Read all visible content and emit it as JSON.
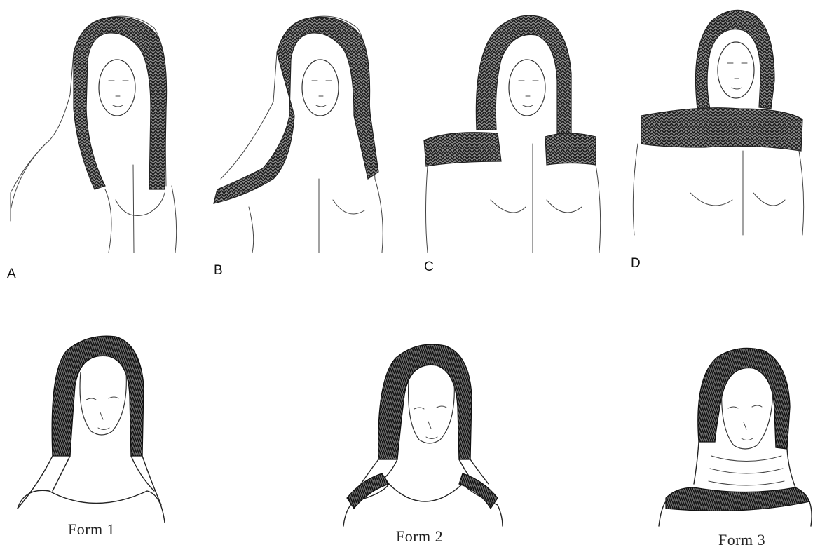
{
  "figure": {
    "sketches": [
      {
        "id": "A",
        "label": "A"
      },
      {
        "id": "B",
        "label": "B"
      },
      {
        "id": "C",
        "label": "C"
      },
      {
        "id": "D",
        "label": "D"
      }
    ],
    "forms": [
      {
        "id": "form-1",
        "caption": "Form 1"
      },
      {
        "id": "form-2",
        "caption": "Form 2"
      },
      {
        "id": "form-3",
        "caption": "Form 3"
      }
    ],
    "colors": {
      "ink": "#222222",
      "knit": "#3a3a3a",
      "paper": "#ffffff"
    }
  }
}
